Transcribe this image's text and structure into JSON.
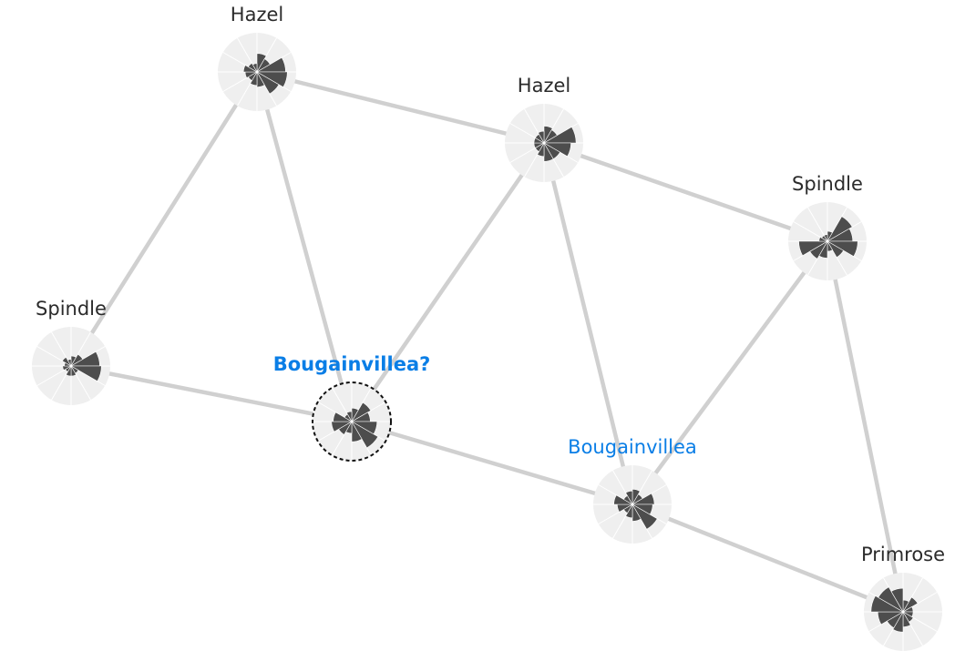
{
  "colors": {
    "edge": "#d0d0d0",
    "node_bg": "#efefef",
    "petal": "#4d4d4d",
    "label": "#2b2b2b",
    "highlight": "#0a7ee6",
    "query_ring": "#111111"
  },
  "nodes": [
    {
      "id": "n1",
      "label": "Hazel",
      "highlight": false,
      "query": false,
      "petals": [
        0.55,
        0.45,
        0.85,
        0.9,
        0.75,
        0.45,
        0.4,
        0.3,
        0.35,
        0.4,
        0.3,
        0.25
      ]
    },
    {
      "id": "n2",
      "label": "Hazel",
      "highlight": false,
      "query": false,
      "petals": [
        0.5,
        0.45,
        0.95,
        0.8,
        0.55,
        0.55,
        0.4,
        0.3,
        0.3,
        0.3,
        0.3,
        0.35
      ]
    },
    {
      "id": "n3",
      "label": "Spindle",
      "highlight": false,
      "query": false,
      "petals": [
        0.3,
        0.85,
        0.75,
        0.9,
        0.55,
        0.3,
        0.5,
        0.6,
        0.85,
        0.25,
        0.2,
        0.2
      ]
    },
    {
      "id": "n4",
      "label": "Spindle",
      "highlight": false,
      "query": false,
      "petals": [
        0.3,
        0.4,
        0.85,
        0.9,
        0.25,
        0.3,
        0.3,
        0.2,
        0.25,
        0.2,
        0.3,
        0.2
      ]
    },
    {
      "id": "n5",
      "label": "Bougainvillea?",
      "highlight": true,
      "query": true,
      "petals": [
        0.4,
        0.65,
        0.55,
        0.75,
        0.9,
        0.6,
        0.35,
        0.45,
        0.6,
        0.55,
        0.25,
        0.3
      ]
    },
    {
      "id": "n6",
      "label": "Bougainvillea",
      "highlight": true,
      "query": false,
      "petals": [
        0.45,
        0.35,
        0.65,
        0.6,
        0.85,
        0.5,
        0.4,
        0.3,
        0.45,
        0.55,
        0.3,
        0.4
      ]
    },
    {
      "id": "n7",
      "label": "Primrose",
      "highlight": false,
      "query": false,
      "petals": [
        0.35,
        0.5,
        0.3,
        0.3,
        0.35,
        0.45,
        0.6,
        0.55,
        0.75,
        0.95,
        0.85,
        0.7
      ]
    }
  ],
  "edges": [
    [
      "n1",
      "n2"
    ],
    [
      "n1",
      "n4"
    ],
    [
      "n1",
      "n5"
    ],
    [
      "n2",
      "n3"
    ],
    [
      "n2",
      "n5"
    ],
    [
      "n2",
      "n6"
    ],
    [
      "n3",
      "n6"
    ],
    [
      "n3",
      "n7"
    ],
    [
      "n4",
      "n5"
    ],
    [
      "n5",
      "n6"
    ],
    [
      "n6",
      "n7"
    ]
  ]
}
